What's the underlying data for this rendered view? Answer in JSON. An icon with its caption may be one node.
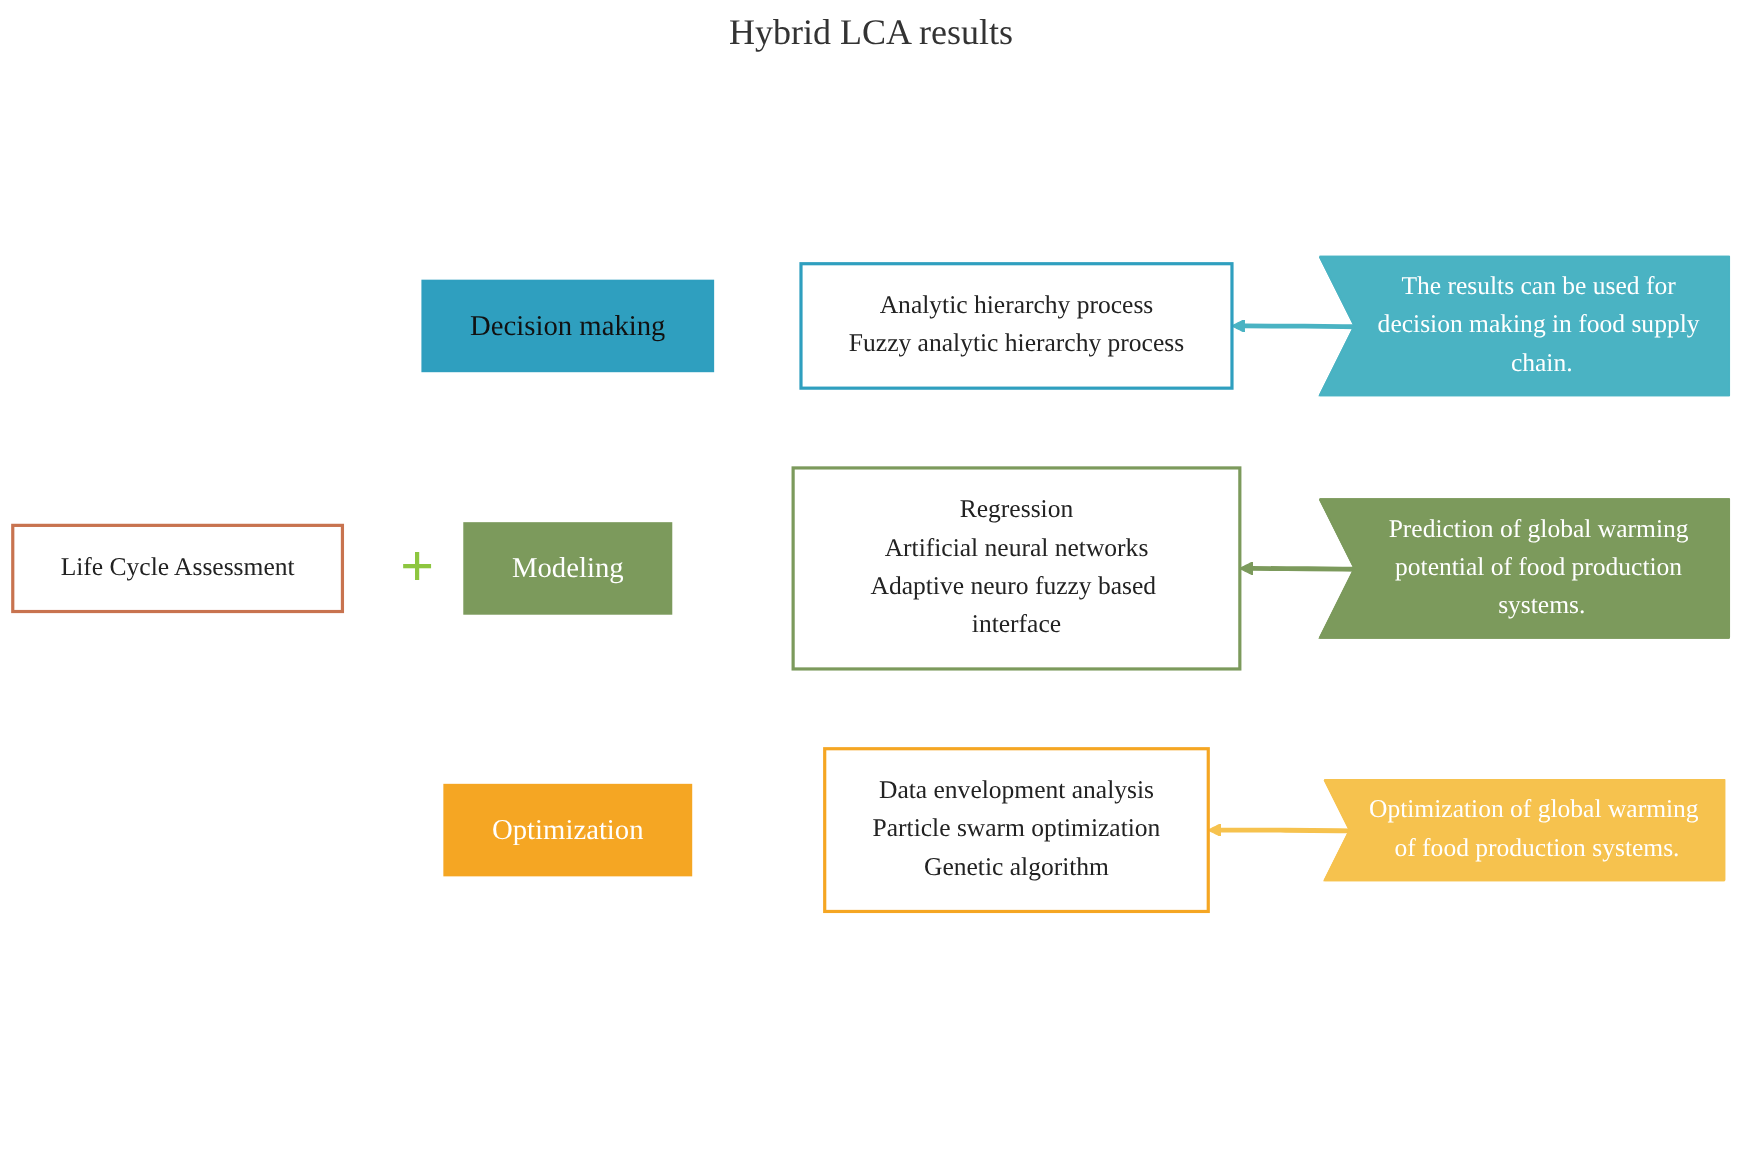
{
  "diagram": {
    "title": "Hybrid LCA results",
    "nodes": [
      {
        "text": [
          "Life Cycle Assessment"
        ]
      },
      {
        "text": [
          "Decision making"
        ]
      },
      {
        "text": [
          "Analytic hierarchy process",
          "Fuzzy analytic hierarchy process"
        ]
      },
      {
        "text": [
          "Modeling"
        ]
      },
      {
        "text": [
          "Regression",
          "Artificial neural networks",
          "Adaptive neuro fuzzy based interface"
        ]
      },
      {
        "text": [
          "Optimization"
        ]
      },
      {
        "text": [
          "Data envelopment analysis",
          "Particle swarm optimization",
          "Genetic algorithm"
        ]
      },
      {
        "text": [
          "The results can be used for decision making in food supply chain."
        ]
      },
      {
        "text": [
          "Prediction of global warming potential of food production systems."
        ]
      },
      {
        "text": [
          "Optimization of global warming of food production systems."
        ]
      }
    ],
    "edges": [
      {
        "from": 7,
        "to": 2,
        "arrow": "to",
        "color": "#4ab3c3"
      },
      {
        "from": 8,
        "to": 4,
        "arrow": "to",
        "color": "#7c9a5c"
      },
      {
        "from": 9,
        "to": 6,
        "arrow": "to",
        "color": "#f6c24e"
      }
    ],
    "labels": [
      "+"
    ]
  }
}
